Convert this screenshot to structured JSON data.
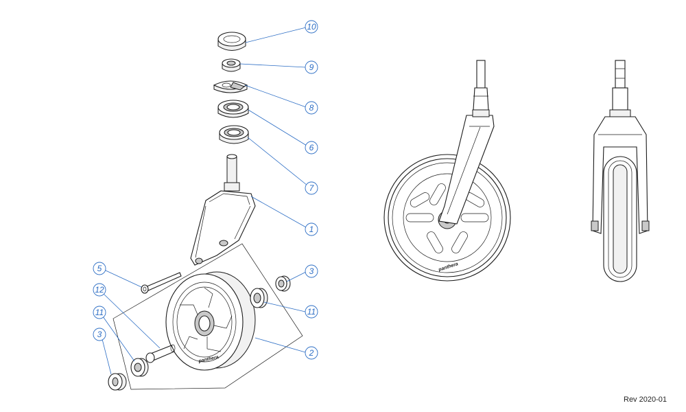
{
  "revision": "Rev 2020-01",
  "brand_text": "panthera",
  "callouts": {
    "c10": "10",
    "c9": "9",
    "c8": "8",
    "c6": "6",
    "c7": "7",
    "c1": "1",
    "c3a": "3",
    "c11a": "11",
    "c2": "2",
    "c5": "5",
    "c12": "12",
    "c11b": "11",
    "c3b": "3"
  },
  "colors": {
    "callout": "#2a6cc4",
    "line": "#1a1a1a"
  }
}
